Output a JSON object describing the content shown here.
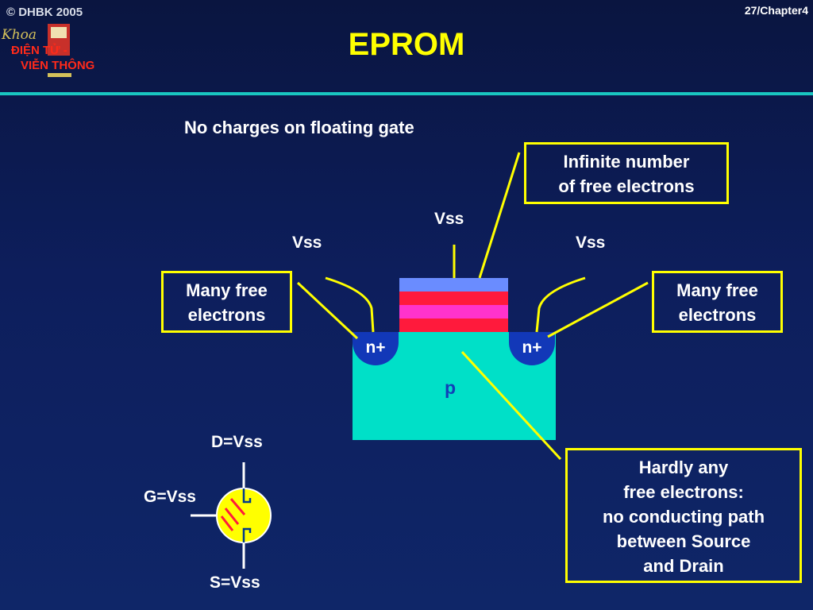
{
  "header": {
    "copyright": "© DHBK 2005",
    "page_number": "27/Chapter4",
    "title": "EPROM"
  },
  "logo": {
    "line0": "Khoa",
    "line1": "ĐIỆN TỬ  -",
    "line2": "VIỄN THÔNG"
  },
  "diagram": {
    "subtitle": "No charges on floating gate",
    "gate_voltage": "Vss",
    "source_voltage": "Vss",
    "drain_voltage": "Vss",
    "source_region": "n+",
    "drain_region": "n+",
    "substrate": "p",
    "callout_gate": [
      "Infinite number",
      "of free electrons"
    ],
    "callout_left": [
      "Many free",
      "electrons"
    ],
    "callout_right": [
      "Many free",
      "electrons"
    ],
    "callout_channel": [
      "Hardly any",
      "free electrons:",
      "no conducting path",
      "between Source",
      "and Drain"
    ],
    "colors": {
      "background": "#0d1e5c",
      "accent_yellow": "#ffff00",
      "substrate_cyan": "#00e0c8",
      "nplus_blue": "#1238b8",
      "gate_top": "#6a8cff",
      "gate_red": "#ff1a3c",
      "floating_gate_magenta": "#ff33cc"
    }
  },
  "symbol": {
    "drain_label": "D=Vss",
    "gate_label": "G=Vss",
    "source_label": "S=Vss"
  }
}
